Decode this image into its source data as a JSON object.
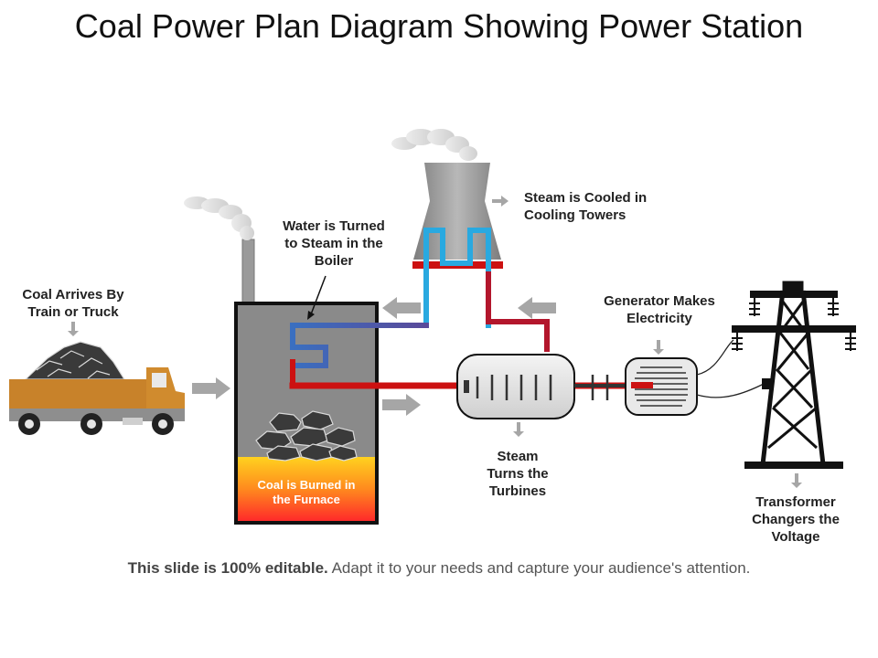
{
  "title": "Coal Power Plan Diagram Showing Power Station",
  "labels": {
    "coal_arrives": "Coal Arrives By\nTrain or Truck",
    "water_steam": "Water is Turned\nto Steam in the\nBoiler",
    "steam_cooled": "Steam is Cooled in\nCooling Towers",
    "generator": "Generator Makes\nElectricity",
    "steam_turbines": "Steam\nTurns the\nTurbines",
    "transformer": "Transformer\nChangers the\nVoltage",
    "furnace": "Coal is Burned in\nthe Furnace"
  },
  "footer": {
    "bold": "This slide is 100% editable.",
    "rest": " Adapt it to your needs and capture your audience's attention."
  },
  "colors": {
    "hot_pipe": "#cc1111",
    "cold_pipe": "#29a9e0",
    "truck_body": "#c8822a",
    "arrow_gray": "#a6a6a6"
  }
}
